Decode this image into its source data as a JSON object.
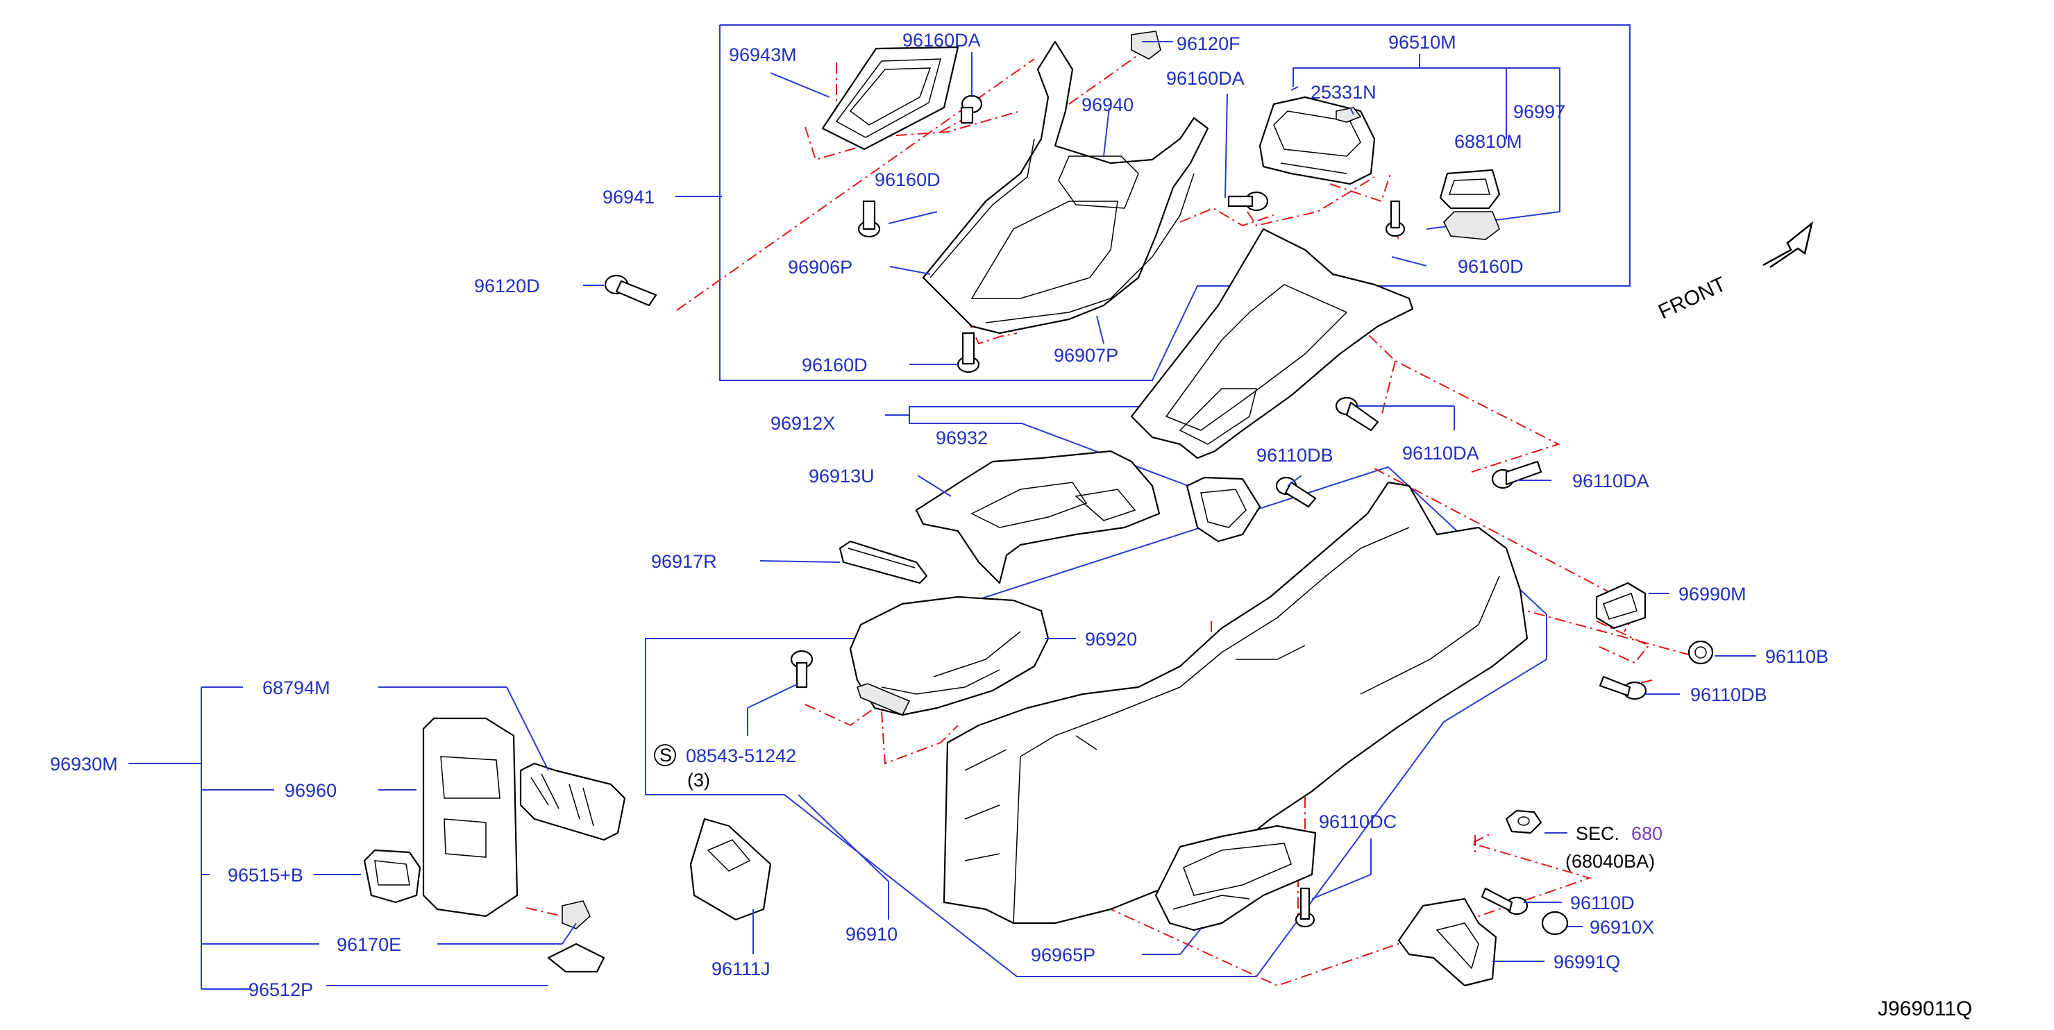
{
  "diagram_id": "J969011Q",
  "front_label": "FRONT",
  "sec_ref": {
    "prefix": "SEC.",
    "number": "680",
    "part": "(68040BA)"
  },
  "screw_spec": {
    "code": "08543-51242",
    "symbol": "S",
    "qty": "(3)"
  },
  "labels": {
    "l96943M": "96943M",
    "l96160DA_a": "96160DA",
    "l96120F": "96120F",
    "l96510M": "96510M",
    "l25331N": "25331N",
    "l96997": "96997",
    "l96160DA_b": "96160DA",
    "l96940": "96940",
    "l68810M": "68810M",
    "l96941": "96941",
    "l96160D_a": "96160D",
    "l96160D_b": "96160D",
    "l96120D": "96120D",
    "l96906P": "96906P",
    "l96907P": "96907P",
    "l96160D_c": "96160D",
    "l96912X": "96912X",
    "l96932": "96932",
    "l96110DB_a": "96110DB",
    "l96110DA_a": "96110DA",
    "l96110DA_b": "96110DA",
    "l96913U": "96913U",
    "l96917R": "96917R",
    "l96990M": "96990M",
    "l96920": "96920",
    "l96110B": "96110B",
    "l96110DB_b": "96110DB",
    "l68794M": "68794M",
    "l96930M": "96930M",
    "l96960": "96960",
    "l96110DC": "96110DC",
    "l96515B": "96515+B",
    "l96110D": "96110D",
    "l96910X": "96910X",
    "l96910": "96910",
    "l96170E": "96170E",
    "l96965P": "96965P",
    "l96991Q": "96991Q",
    "l96512P": "96512P",
    "l96111J": "96111J"
  }
}
